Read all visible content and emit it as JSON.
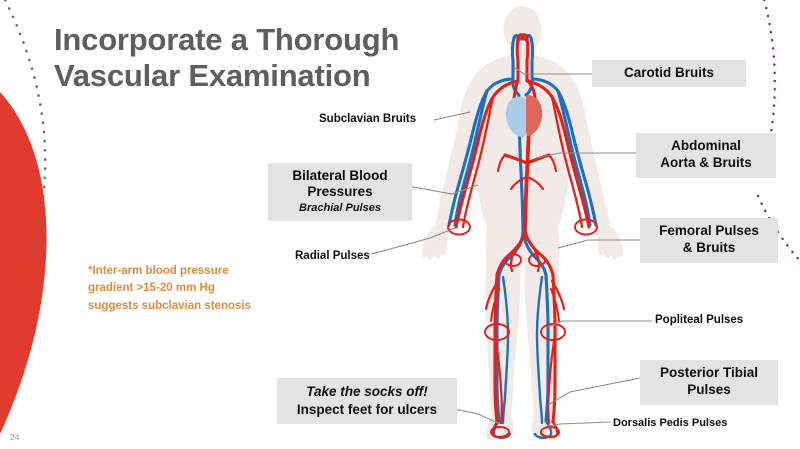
{
  "slide": {
    "number": "24",
    "title_lines": [
      "Incorporate a Thorough",
      "Vascular Examination"
    ],
    "title_color": "#5b5f5f",
    "accent_red": "#E13B2E",
    "accent_orange": "#E08A3C",
    "label_box_color": "#e3e3e3",
    "leader_color": "#8c8c8c"
  },
  "note": {
    "lines": [
      "*Inter-arm blood pressure",
      "gradient >15-20 mm Hg",
      "suggests subclavian stenosis"
    ]
  },
  "figure": {
    "name": "human-vascular-system-diagram",
    "body_color": "#F2EAE6",
    "artery_color": "#E32119",
    "vein_color": "#1F6FBF",
    "heart_left_color": "#A9CDE8",
    "heart_right_color": "#E0655A"
  },
  "callouts": [
    {
      "id": "carotid",
      "text": "Carotid Bruits",
      "boxed": true,
      "lines": [
        "Carotid Bruits"
      ]
    },
    {
      "id": "subclavian",
      "text": "Subclavian Bruits",
      "boxed": false,
      "lines": [
        "Subclavian Bruits"
      ]
    },
    {
      "id": "aorta",
      "text": "Abdominal Aorta & Bruits",
      "boxed": true,
      "lines": [
        "Abdominal",
        "Aorta & Bruits"
      ]
    },
    {
      "id": "bilateral",
      "text": "Bilateral Blood Pressures",
      "boxed": true,
      "lines": [
        "Bilateral Blood",
        "Pressures"
      ],
      "sub": "Brachial Pulses"
    },
    {
      "id": "radial",
      "text": "Radial Pulses",
      "boxed": false,
      "lines": [
        "Radial Pulses"
      ]
    },
    {
      "id": "femoral",
      "text": "Femoral Pulses & Bruits",
      "boxed": true,
      "lines": [
        "Femoral Pulses",
        "& Bruits"
      ]
    },
    {
      "id": "popliteal",
      "text": "Popliteal Pulses",
      "boxed": false,
      "lines": [
        "Popliteal Pulses"
      ]
    },
    {
      "id": "ptibial",
      "text": "Posterior Tibial Pulses",
      "boxed": true,
      "lines": [
        "Posterior Tibial",
        "Pulses"
      ]
    },
    {
      "id": "dpedis",
      "text": "Dorsalis Pedis Pulses",
      "boxed": false,
      "lines": [
        "Dorsalis Pedis Pulses"
      ]
    },
    {
      "id": "socks",
      "text": "Take the socks off! Inspect feet for ulcers",
      "boxed": true,
      "lines": [
        "Take the socks off!",
        "Inspect feet for ulcers"
      ]
    }
  ],
  "callout_text": {
    "carotid": "Carotid Bruits",
    "subclavian": "Subclavian Bruits",
    "aorta_l1": "Abdominal",
    "aorta_l2": "Aorta & Bruits",
    "bilateral_l1": "Bilateral Blood",
    "bilateral_l2": "Pressures",
    "bilateral_sub": "Brachial Pulses",
    "radial": "Radial Pulses",
    "femoral_l1": "Femoral Pulses",
    "femoral_l2": "& Bruits",
    "popliteal": "Popliteal Pulses",
    "ptibial_l1": "Posterior Tibial",
    "ptibial_l2": "Pulses",
    "dpedis": "Dorsalis Pedis Pulses",
    "socks_l1": "Take the socks off!",
    "socks_l2": "Inspect feet for ulcers"
  }
}
